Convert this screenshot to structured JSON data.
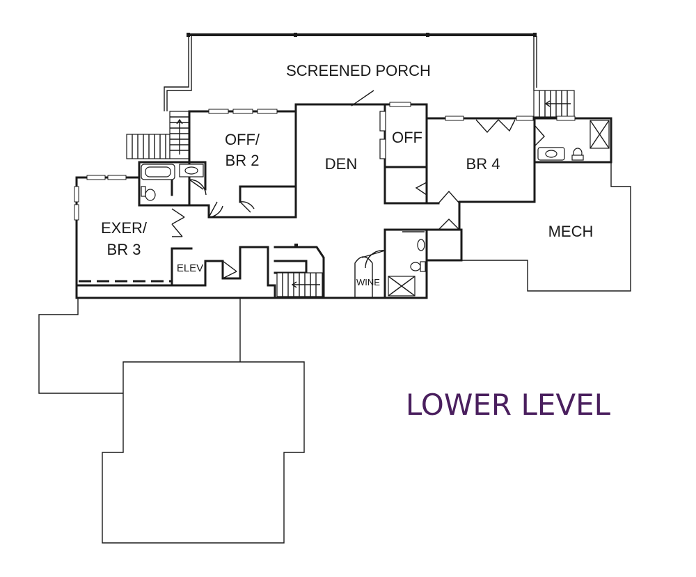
{
  "plan_title": "LOWER LEVEL",
  "colors": {
    "title": "#4a1f5e",
    "walls": "#1a1a1a",
    "background": "#ffffff"
  },
  "rooms": {
    "screened_porch": "SCREENED PORCH",
    "off_br2_line1": "OFF/",
    "off_br2_line2": "BR 2",
    "den": "DEN",
    "off": "OFF",
    "br4": "BR 4",
    "exer_br3_line1": "EXER/",
    "exer_br3_line2": "BR 3",
    "mech": "MECH",
    "elev": "ELEV",
    "wine": "WINE"
  }
}
